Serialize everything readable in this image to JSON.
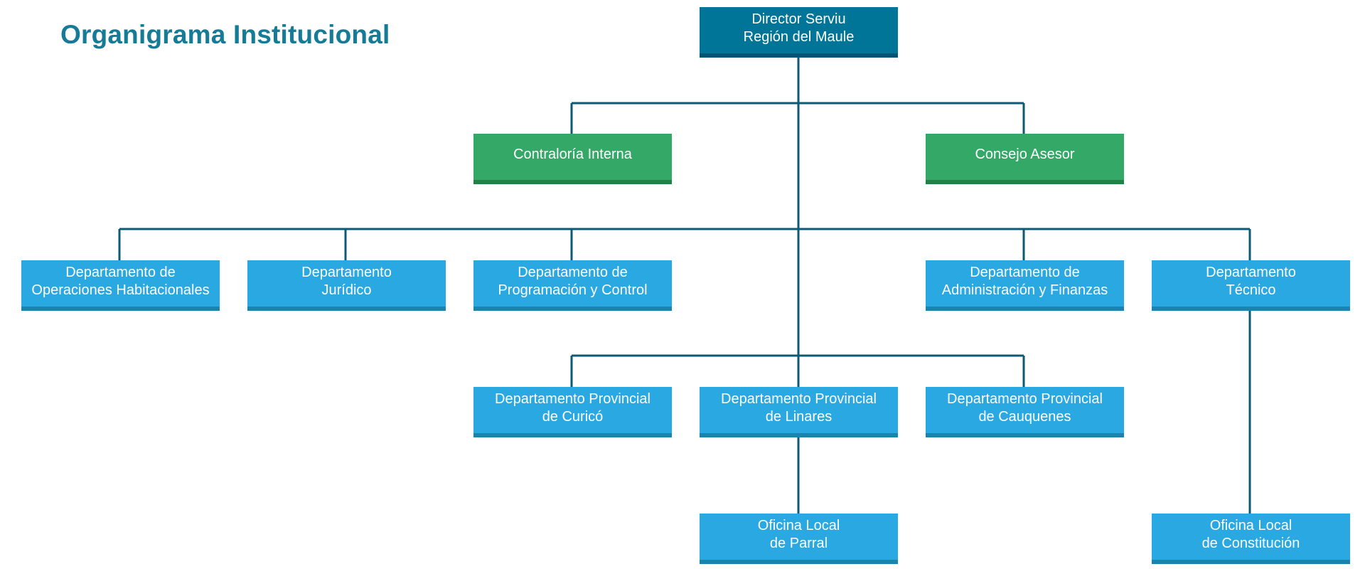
{
  "title": "Organigrama Institucional",
  "colors": {
    "title": "#157b97",
    "connector": "#0e5a74",
    "head_box": "#007598",
    "staff_box": "#34a967",
    "department_box": "#29a8e1"
  },
  "nodes": {
    "director": "Director Serviu\nRegión del Maule",
    "contraloria": "Contraloría Interna",
    "consejo": "Consejo Asesor",
    "operaciones": "Departamento de\nOperaciones Habitacionales",
    "juridico": "Departamento\nJurídico",
    "programacion": "Departamento de\nProgramación y Control",
    "administracion": "Departamento de\nAdministración y Finanzas",
    "tecnico": "Departamento\nTécnico",
    "curico": "Departamento Provincial\nde Curicó",
    "linares": "Departamento Provincial\nde Linares",
    "cauquenes": "Departamento Provincial\nde Cauquenes",
    "parral": "Oficina Local\nde Parral",
    "constitucion": "Oficina Local\nde Constitución"
  },
  "edges": [
    [
      "director",
      "contraloria"
    ],
    [
      "director",
      "consejo"
    ],
    [
      "director",
      "operaciones"
    ],
    [
      "director",
      "juridico"
    ],
    [
      "director",
      "programacion"
    ],
    [
      "director",
      "administracion"
    ],
    [
      "director",
      "tecnico"
    ],
    [
      "director",
      "curico"
    ],
    [
      "director",
      "linares"
    ],
    [
      "director",
      "cauquenes"
    ],
    [
      "linares",
      "parral"
    ],
    [
      "tecnico",
      "constitucion"
    ]
  ]
}
